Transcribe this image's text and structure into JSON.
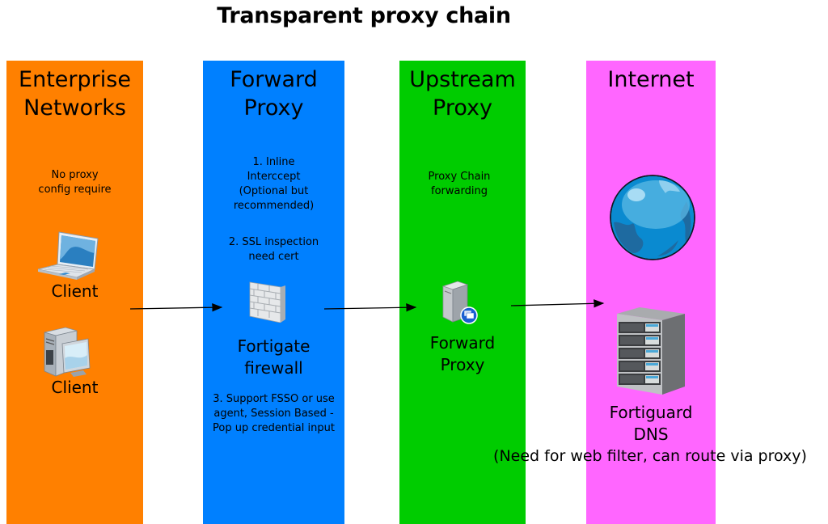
{
  "title": "Transparent proxy chain",
  "lanes": [
    {
      "id": "enterprise",
      "title_line1": "Enterprise",
      "title_line2": "Networks",
      "color": "#ff8000",
      "note_line1": "No proxy",
      "note_line2": "config require",
      "nodes": [
        {
          "label": "Client",
          "icon": "laptop-icon"
        },
        {
          "label": "Client",
          "icon": "desktop-computer-icon"
        }
      ]
    },
    {
      "id": "forward",
      "title_line1": "Forward",
      "title_line2": "Proxy",
      "color": "#0080ff",
      "notes": [
        "1. Inline",
        "Interccept",
        "(Optional but",
        "recommended)",
        "2. SSL inspection",
        "need cert"
      ],
      "node": {
        "label_line1": "Fortigate",
        "label_line2": "firewall",
        "icon": "firewall-icon"
      },
      "bottom_notes": [
        "3. Support FSSO or use",
        "agent, Session Based -",
        "Pop up credential input"
      ]
    },
    {
      "id": "upstream",
      "title_line1": "Upstream",
      "title_line2": "Proxy",
      "color": "#00cc00",
      "note_line1": "Proxy Chain",
      "note_line2": "forwarding",
      "node": {
        "label_line1": "Forward",
        "label_line2": "Proxy",
        "icon": "proxy-server-icon"
      }
    },
    {
      "id": "internet",
      "title_line1": "Internet",
      "color": "#ff66ff",
      "globe_icon": "globe-icon",
      "node": {
        "label_line1": "Fortiguard",
        "label_line2": "DNS",
        "label_line3": "(Need for web filter, can route via proxy)",
        "icon": "server-rack-icon"
      }
    }
  ],
  "connections": [
    {
      "from": "Client",
      "to": "Fortigate firewall"
    },
    {
      "from": "Fortigate firewall",
      "to": "Forward Proxy"
    },
    {
      "from": "Forward Proxy",
      "to": "Fortiguard DNS"
    }
  ]
}
